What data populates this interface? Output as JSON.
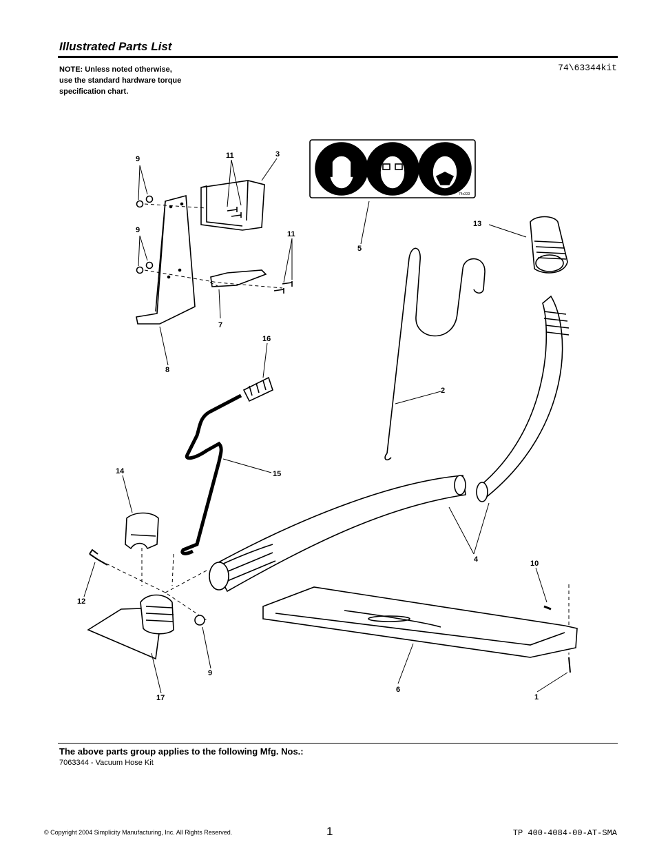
{
  "header": {
    "title": "Illustrated Parts List",
    "note": "NOTE: Unless noted otherwise,\nuse the standard hardware torque\nspecification chart.",
    "kit_code": "74\\63344kit"
  },
  "callouts": {
    "c1": "1",
    "c2": "2",
    "c3": "3",
    "c4": "4",
    "c5": "5",
    "c6": "6",
    "c7": "7",
    "c8": "8",
    "c9a": "9",
    "c9b": "9",
    "c9c": "9",
    "c10": "10",
    "c11a": "11",
    "c11b": "11",
    "c12": "12",
    "c13": "13",
    "c14": "14",
    "c15": "15",
    "c16": "16",
    "c17": "17"
  },
  "decal_code": "74x333",
  "footer": {
    "applies_heading": "The above parts group applies to the following Mfg. Nos.:",
    "mfg_line": "7063344 - Vacuum Hose Kit",
    "copyright": "© Copyright 2004 Simplicity Manufacturing, Inc. All Rights Reserved.",
    "page_number": "1",
    "doc_id": "TP 400-4084-00-AT-SMA"
  }
}
